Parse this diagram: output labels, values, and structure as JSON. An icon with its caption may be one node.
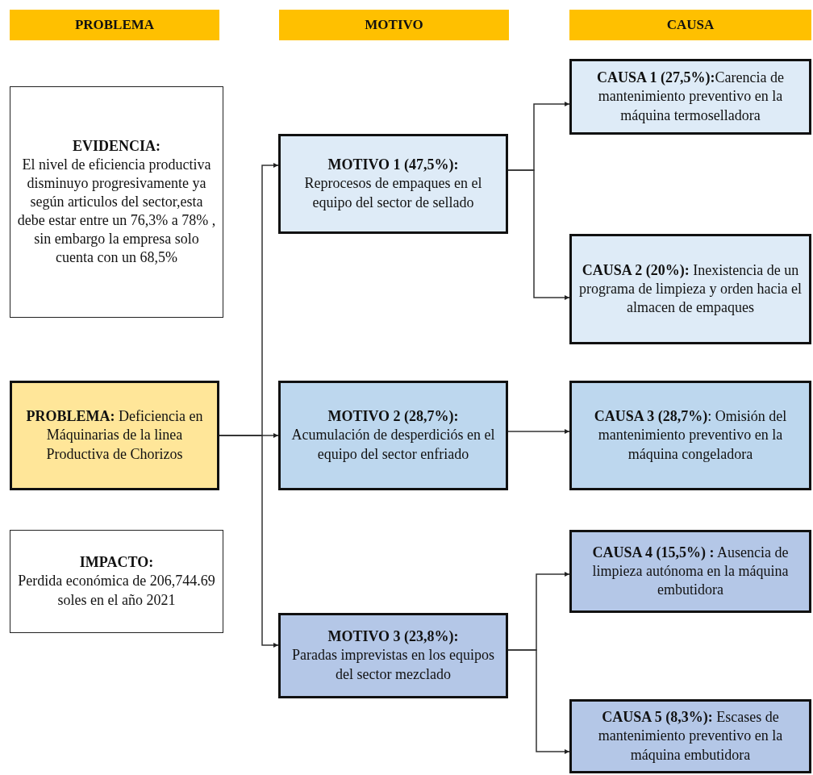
{
  "diagram": {
    "nodes": [
      {
        "text": [
          "PROBLEMA"
        ]
      },
      {
        "text": [
          "MOTIVO"
        ]
      },
      {
        "text": [
          "CAUSA"
        ]
      },
      {
        "text": [
          "EVIDENCIA:",
          "El nivel de eficiencia productiva disminuyo progresivamente ya según articulos del sector,esta debe estar entre un 76,3% a 78% , sin embargo la empresa solo cuenta  con un 68,5%"
        ]
      },
      {
        "text": [
          "**PROBLEMA:** Deficiencia en Máquinarias de la linea Productiva de Chorizos"
        ]
      },
      {
        "text": [
          "IMPACTO:",
          "Perdida económica de 206,744.69 soles en el año 2021"
        ]
      },
      {
        "text": [
          "MOTIVO 1 (47,5%):",
          "Reprocesos de empaques en el equipo del sector de sellado"
        ]
      },
      {
        "text": [
          "MOTIVO 2 (28,7%):",
          "Acumulación de desperdiciós en el equipo del sector enfriado"
        ]
      },
      {
        "text": [
          "MOTIVO 3 (23,8%):",
          "Paradas imprevistas en los equipos del sector mezclado"
        ]
      },
      {
        "text": [
          "**CAUSA 1 (27,5%):**Carencia de mantenimiento preventivo  en la máquina termoselladora"
        ]
      },
      {
        "text": [
          "**CAUSA 2 (20%):** Inexistencia de un programa de  limpieza y orden hacia el almacen de empaques"
        ]
      },
      {
        "text": [
          "**CAUSA 3 (28,7%)**: Omisión del mantenimiento preventivo en la máquina congeladora"
        ]
      },
      {
        "text": [
          "**CAUSA 4 (15,5%) :** Ausencia de limpieza autónoma en la máquina embutidora"
        ]
      },
      {
        "text": [
          "**CAUSA 5 (8,3%):** Escases de mantenimiento preventivo en la máquina embutidora"
        ]
      }
    ],
    "edges": [
      {
        "from": 4,
        "to": 6,
        "arrow": "to"
      },
      {
        "from": 4,
        "to": 7,
        "arrow": "to"
      },
      {
        "from": 4,
        "to": 8,
        "arrow": "to"
      },
      {
        "from": 6,
        "to": 9,
        "arrow": "to"
      },
      {
        "from": 6,
        "to": 10,
        "arrow": "to"
      },
      {
        "from": 7,
        "to": 11,
        "arrow": "to"
      },
      {
        "from": 8,
        "to": 12,
        "arrow": "to"
      },
      {
        "from": 8,
        "to": 13,
        "arrow": "to"
      }
    ]
  }
}
